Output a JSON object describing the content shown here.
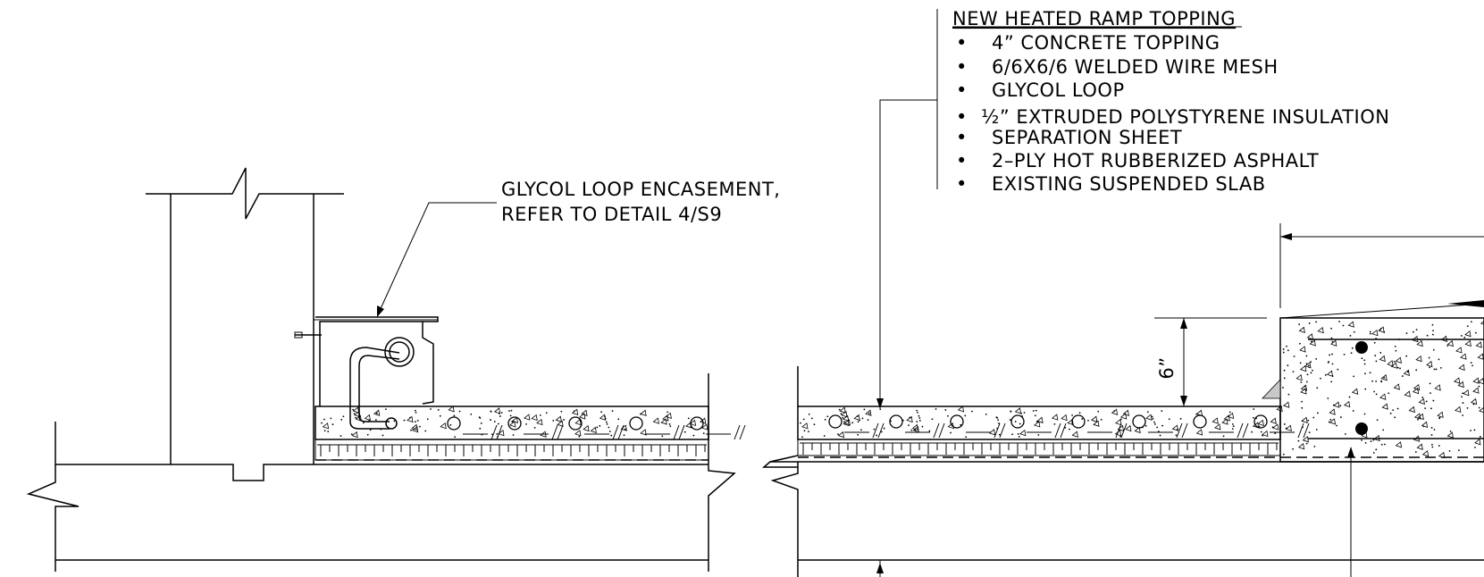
{
  "notes": {
    "title": "NEW HEATED RAMP TOPPING",
    "items": [
      "4” CONCRETE TOPPING",
      "6/6X6/6 WELDED WIRE MESH",
      "GLYCOL LOOP",
      "½” EXTRUDED POLYSTYRENE INSULATION",
      "SEPARATION SHEET",
      "2–PLY HOT RUBBERIZED ASPHALT",
      "EXISTING SUSPENDED SLAB"
    ],
    "bullet": "•"
  },
  "callout": {
    "line1": "GLYCOL LOOP ENCASEMENT,",
    "line2": "REFER TO DETAIL 4/S9"
  },
  "dimension": {
    "label": "6”"
  }
}
